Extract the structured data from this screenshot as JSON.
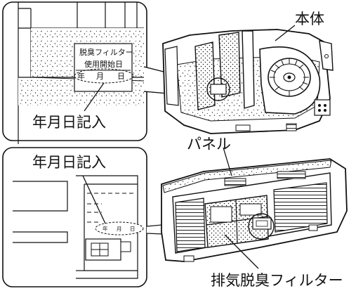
{
  "labels": {
    "main_unit": "本体",
    "panel": "パネル",
    "exhaust_filter": "排気脱臭フィルター",
    "date_entry_top": "年月日記入",
    "date_entry_bottom": "年月日記入"
  },
  "filter_tag": {
    "line1": "脱臭フィルター",
    "line2": "使用開始日",
    "year": "年",
    "month": "月",
    "day": "日"
  },
  "panel_tag": {
    "year": "年",
    "month": "月",
    "day": "日"
  }
}
